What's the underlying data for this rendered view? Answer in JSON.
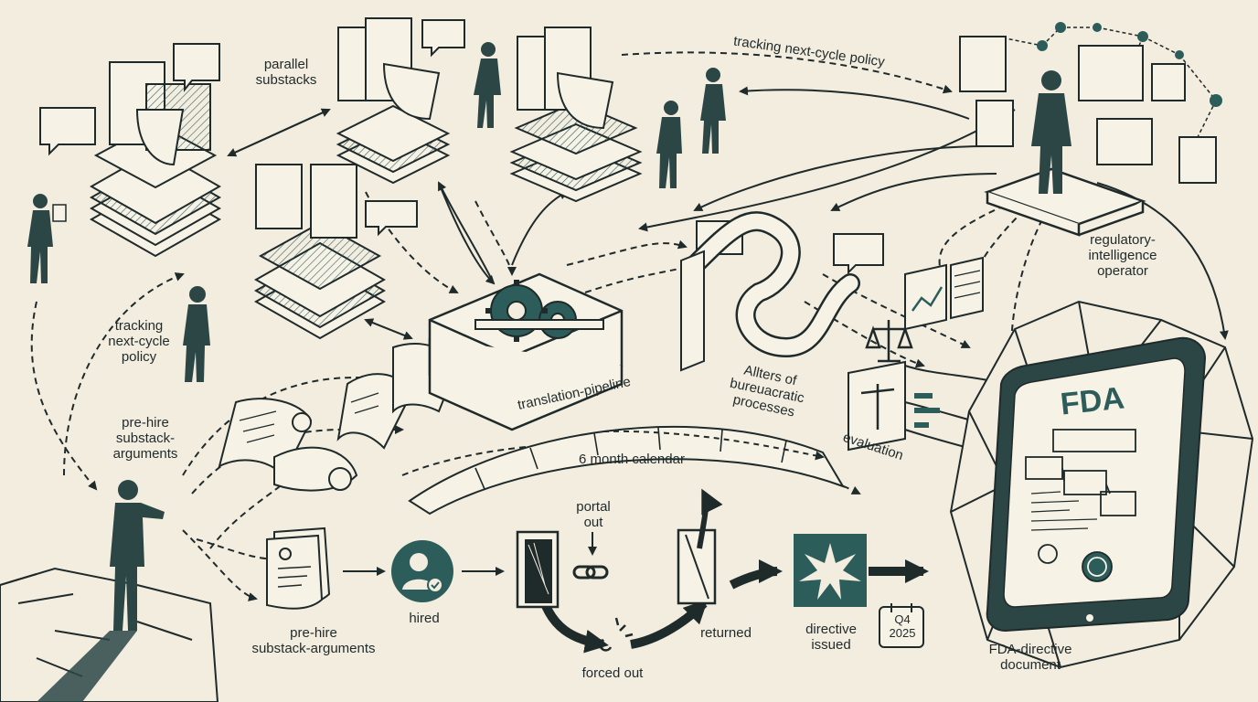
{
  "labels": {
    "parallel_substacks": "parallel\nsubstacks",
    "tracking_top": "tracking next-cycle policy",
    "tracking_left": "tracking\nnext-cycle\npolicy",
    "regulatory_operator": "regulatory-\nintelligence\noperator",
    "translation_pipeline": "translation-pipeline",
    "alters": "Allters of\nbureuacratic\nprocesses",
    "evaluation": "evaluation",
    "six_month_calendar": "6 month calendar",
    "prehire_left": "pre-hire\nsubstack-\narguments",
    "prehire_bottom": "pre-hire\nsubstack-arguments",
    "hired": "hired",
    "portal_out": "portal\nout",
    "forced_out": "forced out",
    "returned": "returned",
    "directive_issued": "directive\nissued",
    "quarter_badge": "Q4\n2025",
    "fda_document": "FDA-directive\ndocument",
    "fda_screen_title": "FDA"
  },
  "colors": {
    "background": "#f3ede0",
    "ink": "#1f2a2a",
    "teal": "#2c5d5a",
    "paper": "#f7f2e6"
  },
  "icons": [
    "person-icon",
    "document-stack-icon",
    "speech-bubble-icon",
    "gear-icon",
    "scale-icon",
    "chart-icon",
    "calendar-icon",
    "burst-icon",
    "chain-link-icon",
    "tablet-icon",
    "network-icon",
    "scroll-icon",
    "door-portal-icon"
  ]
}
